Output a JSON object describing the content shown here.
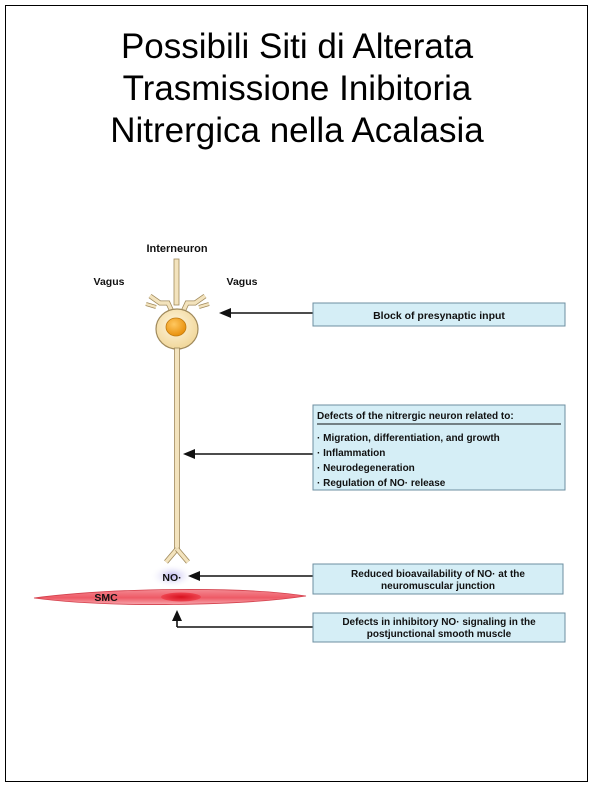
{
  "title": {
    "line1": "Possibili Siti di Alterata",
    "line2": "Trasmissione Inibitoria",
    "line3": "Nitrergica nella Acalasia"
  },
  "diagram": {
    "labels": {
      "interneuron": "Interneuron",
      "vagus_left": "Vagus",
      "vagus_right": "Vagus",
      "no": "NO·",
      "smc": "SMC"
    },
    "boxes": {
      "presynaptic": "Block of presynaptic input",
      "neuron_defects_title": "Defects of the nitrergic neuron related to:",
      "neuron_defects_items": [
        "· Migration, differentiation, and growth",
        "· Inflammation",
        "· Neurodegeneration",
        "· Regulation of NO· release"
      ],
      "bioavailability_line1": "Reduced bioavailability of NO· at the",
      "bioavailability_line2": "neuromuscular junction",
      "signaling_line1": "Defects in inhibitory NO· signaling in the",
      "signaling_line2": "postjunctional smooth muscle"
    },
    "colors": {
      "box_fill": "#d5eef6",
      "box_stroke": "#6d8fa0",
      "neuron_fill": "#f3e3bd",
      "neuron_stroke": "#a08a5c",
      "nucleus": "#f0a020",
      "smc_fill": "#ee5a66",
      "smc_nucleus": "#e01e2e",
      "no_glow": "#c9c4ef"
    }
  }
}
